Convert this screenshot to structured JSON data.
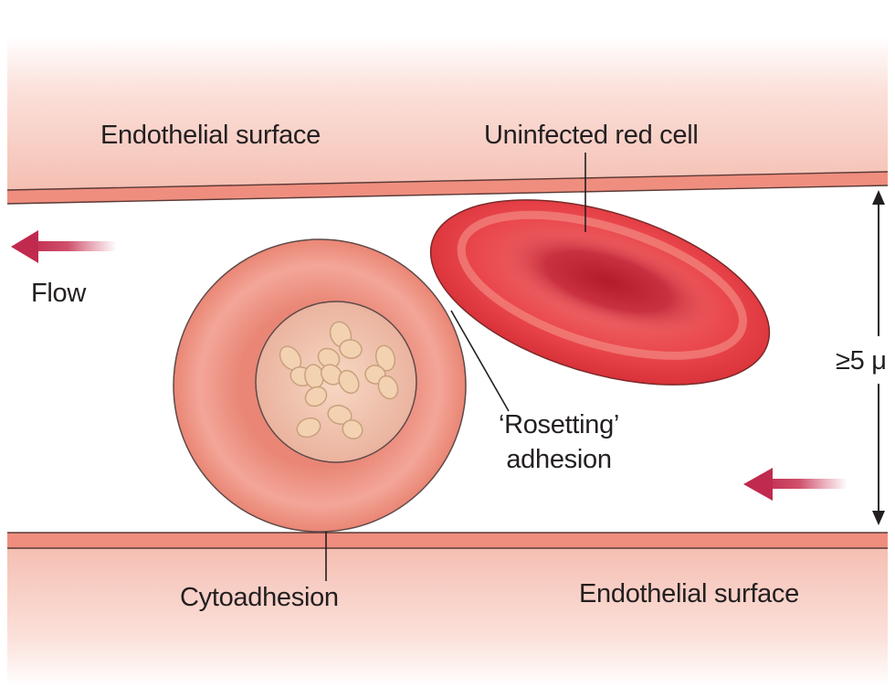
{
  "labels": {
    "endothelial_surface_top": "Endothelial surface",
    "endothelial_surface_bottom": "Endothelial surface",
    "uninfected_red_cell": "Uninfected red cell",
    "flow": "Flow",
    "rosetting_line1": "‘Rosetting’",
    "rosetting_line2": "adhesion",
    "cytoadhesion": "Cytoadhesion",
    "vessel_width": "≥5 μ"
  },
  "colors": {
    "endothelium_pink": "#f6c3b8",
    "vessel_wall": "#ef8e7f",
    "red_cell": "#e8434a",
    "red_cell_dark": "#b81e2c",
    "infected_cell": "#ee8a7c",
    "parasite_area": "#f1c3a9",
    "parasite": "#f3d2b2",
    "flow_arrow": "#c02a4e",
    "text": "#231f20"
  },
  "icons": {
    "flow_arrow": "left-arrow-icon",
    "width_marker": "double-headed-arrow-icon"
  }
}
